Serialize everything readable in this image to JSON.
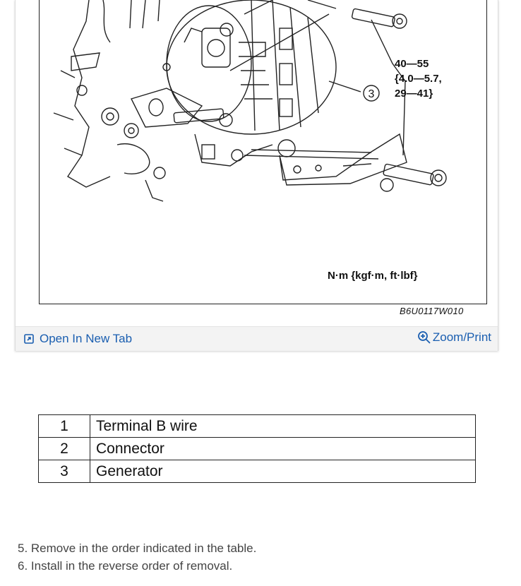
{
  "figure": {
    "torque_spec": "40—55\n{4.0—5.7,\n29—41}",
    "torque_units": "N·m {kgf·m, ft·lbf}",
    "callout_number": "3",
    "figure_code": "B6U0117W010"
  },
  "toolbar": {
    "open_tab_label": "Open In New Tab",
    "zoom_label": "Zoom/Print"
  },
  "parts_table": {
    "rows": [
      {
        "number": "1",
        "description": "Terminal B wire"
      },
      {
        "number": "2",
        "description": "Connector"
      },
      {
        "number": "3",
        "description": "Generator"
      }
    ]
  },
  "steps": [
    "5. Remove in the order indicated in the table.",
    "6. Install in the reverse order of removal."
  ],
  "colors": {
    "link": "#1a5eb0",
    "toolbar_bg": "#f3f3f3"
  }
}
